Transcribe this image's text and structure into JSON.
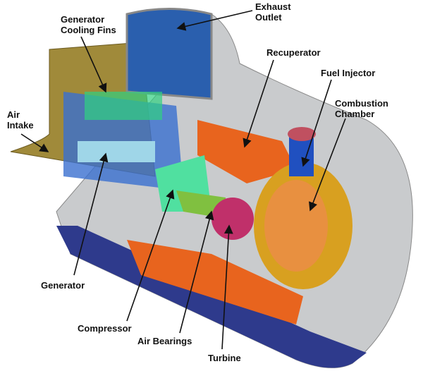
{
  "labels": {
    "exhaust_outlet": "Exhaust\nOutlet",
    "generator_cooling_fins": "Generator\nCooling Fins",
    "recuperator": "Recuperator",
    "fuel_injector": "Fuel Injector",
    "combustion_chamber": "Combustion\nChamber",
    "air_intake": "Air\nIntake",
    "generator": "Generator",
    "compressor": "Compressor",
    "air_bearings": "Air Bearings",
    "turbine": "Turbine"
  },
  "colors": {
    "housing": "#c9cbcd",
    "base": "#2e3a8c",
    "recuperator": "#e8641e",
    "intake": "#a08a3a",
    "exhaust": "#2a5fae",
    "combustor": "#d8a020",
    "turbine": "#c0306a"
  }
}
